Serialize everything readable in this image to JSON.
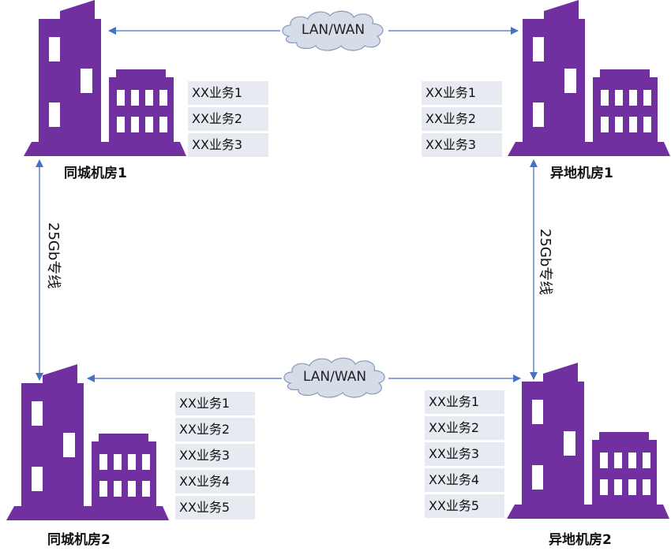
{
  "colors": {
    "building": "#7030a0",
    "arrow": "#4472c4",
    "service_bg": "#e8eaf2",
    "cloud_fill": "#d6dce8",
    "cloud_stroke": "#8a9bb8"
  },
  "sites": {
    "local1": {
      "label": "同城机房1",
      "services": [
        "XX业务1",
        "XX业务2",
        "XX业务3"
      ]
    },
    "remote1": {
      "label": "异地机房1",
      "services": [
        "XX业务1",
        "XX业务2",
        "XX业务3"
      ]
    },
    "local2": {
      "label": "同城机房2",
      "services": [
        "XX业务1",
        "XX业务2",
        "XX业务3",
        "XX业务4",
        "XX业务5"
      ]
    },
    "remote2": {
      "label": "异地机房2",
      "services": [
        "XX业务1",
        "XX业务2",
        "XX业务3",
        "XX业务4",
        "XX业务5"
      ]
    }
  },
  "links": {
    "top_network": "LAN/WAN",
    "bottom_network": "LAN/WAN",
    "left_dedicated": "25Gb专线",
    "right_dedicated": "25Gb专线"
  }
}
